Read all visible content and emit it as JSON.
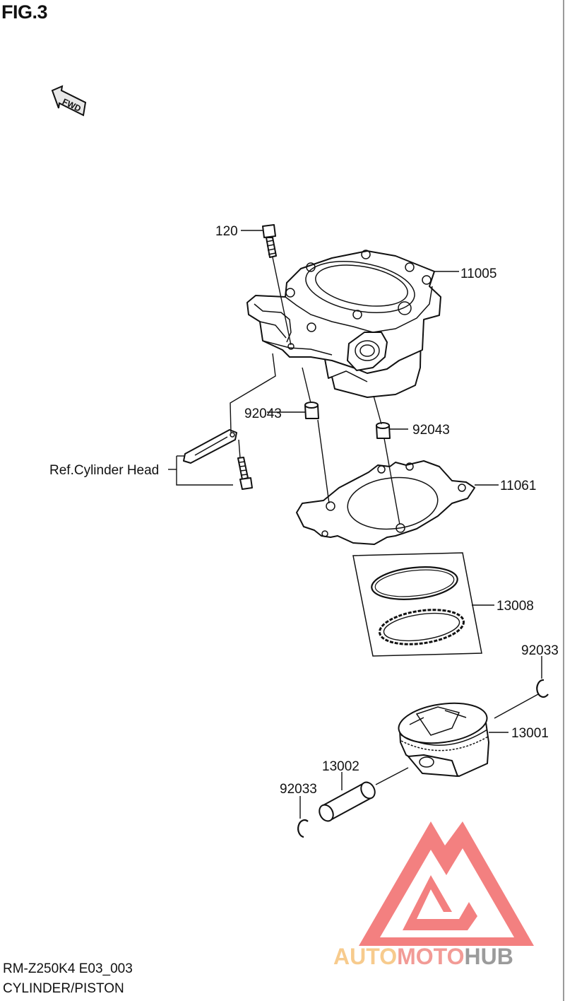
{
  "figure": {
    "title": "FIG.3",
    "direction_badge": "FWD"
  },
  "labels": {
    "bolt": "120",
    "cylinder": "11005",
    "dowel_left": "92043",
    "dowel_right": "92043",
    "ref_head": "Ref.Cylinder Head",
    "gasket": "11061",
    "ring_set": "13008",
    "circlip_right": "92033",
    "piston": "13001",
    "piston_pin": "13002",
    "circlip_left": "92033"
  },
  "watermark": {
    "text_a": "AUTO",
    "text_b": "MOTO",
    "text_c": "HUB",
    "color_a": "#f6c27a",
    "color_b": "#f08a84",
    "color_c": "#8a8a8a",
    "triangle_color": "#f26a6a"
  },
  "footer": {
    "model": "RM-Z250K4 E03_003",
    "section": "CYLINDER/PISTON"
  }
}
